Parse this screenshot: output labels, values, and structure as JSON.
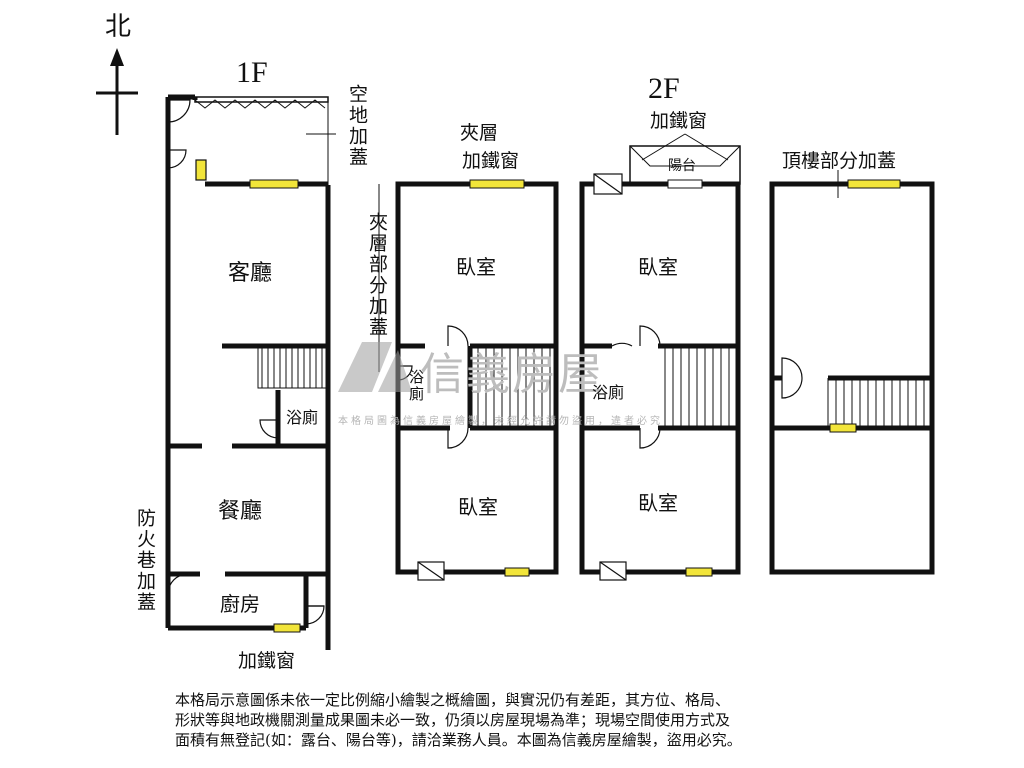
{
  "compass": {
    "north_label": "北"
  },
  "floors": {
    "first": "1F",
    "second": "2F"
  },
  "labels": {
    "open_space_addition": "空地加蓋",
    "living_room": "客廳",
    "bath_1f": "浴廁",
    "dining_room": "餐廳",
    "kitchen": "廚房",
    "fire_lane_addition": "防火巷加蓋",
    "iron_window_bottom": "加鐵窗",
    "mezz_title_1": "夾層",
    "mezz_title_2": "加鐵窗",
    "mezz_partial_addition": "夾層部分加蓋",
    "mezz_bedroom_top": "臥室",
    "mezz_bath": "浴廁",
    "mezz_bedroom_bottom": "臥室",
    "f2_iron_window": "加鐵窗",
    "f2_balcony": "陽台",
    "f2_bedroom_top": "臥室",
    "f2_bath": "浴廁",
    "f2_bedroom_bottom": "臥室",
    "roof_partial_addition": "頂樓部分加蓋"
  },
  "watermark": {
    "brand": "信義房屋",
    "small": "本格局圖為信義房屋繪製，未經允許請勿盜用，違者必究"
  },
  "footer": {
    "line1": "本格局示意圖係未依一定比例縮小繪製之概繪圖，與實況仍有差距，其方位、格局、",
    "line2": "形狀等與地政機關測量成果圖未必一致，仍須以房屋現場為準；現場空間使用方式及",
    "line3": "面積有無登記(如：露台、陽台等)，請洽業務人員。本圖為信義房屋繪製，盜用必究。"
  },
  "colors": {
    "wall": "#111111",
    "window": "#f2e53a",
    "watermark": "#c4c4c4"
  }
}
